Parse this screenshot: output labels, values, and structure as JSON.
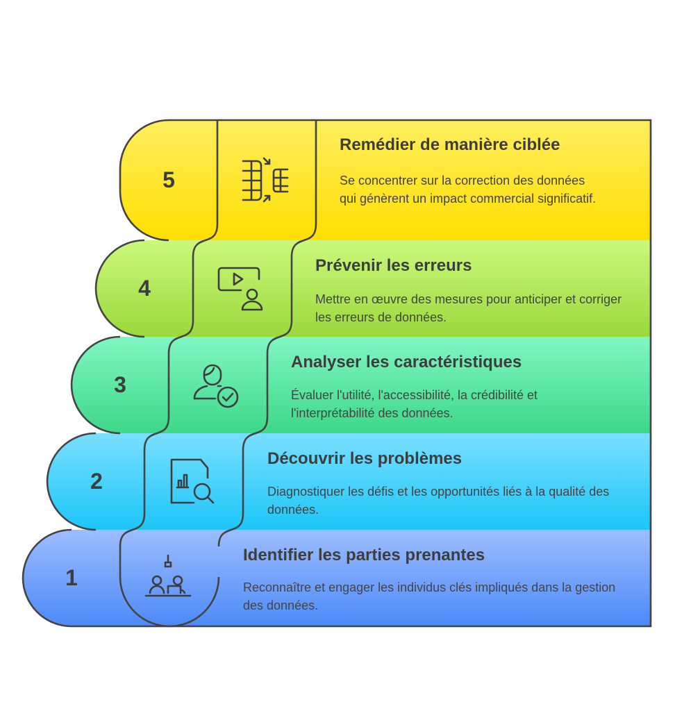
{
  "steps": [
    {
      "number": "1",
      "title": "Identifier les parties prenantes",
      "description": "Reconnaître et engager les individus clés impliqués dans la gestion des données.",
      "icon": "stakeholders-meeting-icon",
      "color_top": "#9DBDFF",
      "color_bottom": "#4C8AF8"
    },
    {
      "number": "2",
      "title": "Découvrir les problèmes",
      "description": "Diagnostiquer les défis et les opportunités liés à la qualité des données.",
      "icon": "document-chart-search-icon",
      "color_top": "#7ADFFF",
      "color_bottom": "#1CC6F8"
    },
    {
      "number": "3",
      "title": "Analyser les caractéristiques",
      "description": "Évaluer l'utilité, l'accessibilité, la crédibilité et l'interprétabilité des données.",
      "icon": "person-check-icon",
      "color_top": "#80F6C2",
      "color_bottom": "#3DD889"
    },
    {
      "number": "4",
      "title": "Prévenir les erreurs",
      "description": "Mettre en œuvre des mesures pour anticiper et corriger les erreurs de données.",
      "icon": "video-presenter-icon",
      "color_top": "#CCF87C",
      "color_bottom": "#9AD93C"
    },
    {
      "number": "5",
      "title": "Remédier de manière ciblée",
      "description": "Se concentrer sur la correction des données qui génèrent un impact commercial significatif.",
      "icon": "table-transfer-icon",
      "color_top": "#FFEE60",
      "color_bottom": "#FFDF00"
    }
  ]
}
